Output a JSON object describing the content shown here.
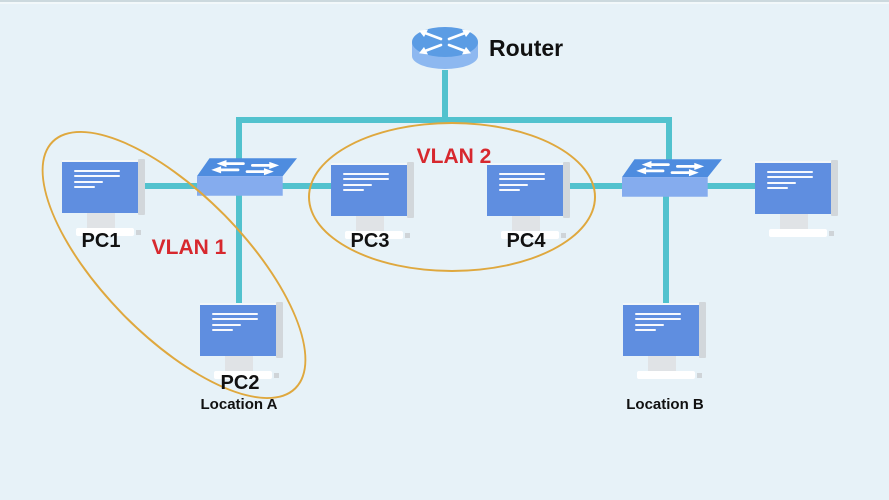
{
  "router": {
    "label": "Router"
  },
  "vlans": [
    {
      "label": "VLAN 1"
    },
    {
      "label": "VLAN 2"
    }
  ],
  "pcs": [
    {
      "label": "PC1"
    },
    {
      "label": "PC2"
    },
    {
      "label": "PC3"
    },
    {
      "label": "PC4"
    }
  ],
  "locations": [
    {
      "label": "Location A"
    },
    {
      "label": "Location B"
    }
  ],
  "icons": {
    "router": "router-cylinder-with-crossed-arrows",
    "switch": "switch-3d-box-with-arrows",
    "pc": "desktop-monitor"
  },
  "colors": {
    "background": "#e7f2f8",
    "link_line": "#52c2ce",
    "monitor_screen": "#5f8ee0",
    "switch_top": "#4e8cdf",
    "switch_front": "#85acee",
    "router_top": "#5b9ce4",
    "router_body": "#8db8f0",
    "vlan_outline": "#dfa83e",
    "vlan_label": "#d7282e",
    "text": "#111111"
  }
}
